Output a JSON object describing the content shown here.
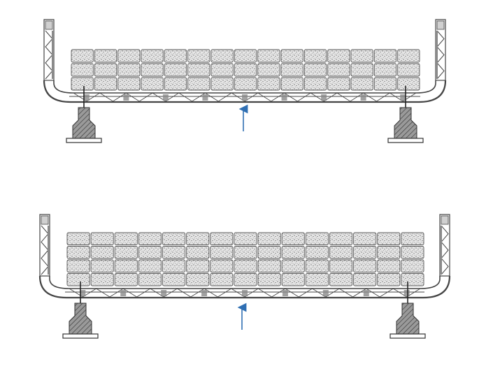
{
  "figure": {
    "panels": [
      {
        "id": "top",
        "container_rows": 3,
        "container_columns": 15,
        "load_arrow_color": "#2f6fb3"
      },
      {
        "id": "bottom",
        "container_rows": 4,
        "container_columns": 15,
        "load_arrow_color": "#2f6fb3"
      }
    ],
    "colors": {
      "line": "#444444",
      "hatch": "#555555",
      "fill_gray": "#8a8a8a",
      "pier_fill": "#7a7a7a",
      "block_fill": "#e4e4e4",
      "arrow": "#2f6fb3"
    }
  }
}
